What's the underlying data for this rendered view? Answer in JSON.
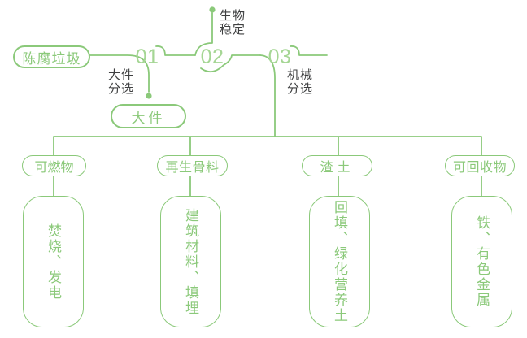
{
  "colors": {
    "line_green": "#8BC97A",
    "number_green": "#A5D694",
    "label_dark": "#3F4041",
    "background": "#FFFFFF"
  },
  "flow": {
    "source_label": "陈腐垃圾",
    "stations": [
      {
        "number": "01",
        "process_label": "大件\n分选",
        "output_label": "大件"
      },
      {
        "number": "02",
        "process_label": "生物\n稳定"
      },
      {
        "number": "03",
        "process_label": "机械\n分选"
      }
    ]
  },
  "branches": [
    {
      "category": "可燃物",
      "result": "焚烧、发电"
    },
    {
      "category": "再生骨料",
      "result": "建筑材料、填埋"
    },
    {
      "category": "渣土",
      "result": "回填、绿化营养土"
    },
    {
      "category": "可回收物",
      "result": "铁、有色金属"
    }
  ]
}
